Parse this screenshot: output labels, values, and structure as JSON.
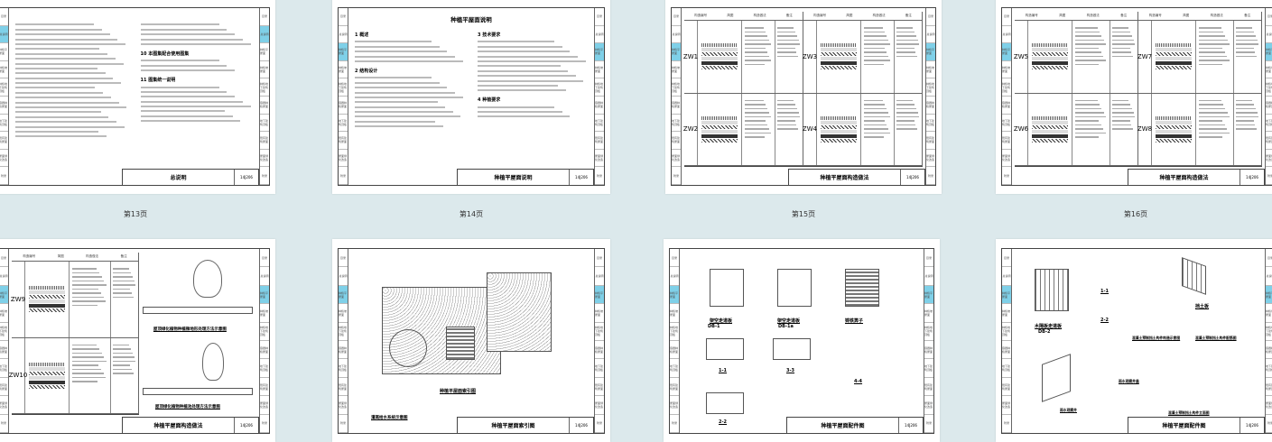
{
  "viewer": {
    "atlas_number": "14J206",
    "side_tabs": [
      "目录",
      "总说明",
      "种植平屋面",
      "种植坡屋面",
      "种植地下建筑顶板",
      "容器种植屋面",
      "地下建筑顶板",
      "既有建筑屋面",
      "屋面绿化改造",
      "附录"
    ],
    "accent_color": "#7fd0e8"
  },
  "pages": [
    {
      "label": "第13页",
      "title": "总说明",
      "type": "text",
      "active_tab": 1,
      "headings": [
        "10 本图集配合使用图集",
        "11 图集统一说明"
      ]
    },
    {
      "label": "第14页",
      "title": "种植平屋面说明",
      "type": "text",
      "active_tab": 2,
      "heading": "种植平屋面说明",
      "headings": [
        "1 概述",
        "2 结构设计",
        "3 技术要求",
        "4 种植要求"
      ]
    },
    {
      "label": "第15页",
      "title": "种植平屋面构造做法",
      "type": "table",
      "active_tab": 2,
      "columns": [
        "构造编号",
        "简图",
        "构造做法",
        "备注"
      ],
      "codes": [
        "ZW1",
        "ZW3",
        "ZW2",
        "ZW4"
      ]
    },
    {
      "label": "第16页",
      "title": "种植平屋面构造做法",
      "type": "table",
      "active_tab": 2,
      "columns": [
        "构造编号",
        "简图",
        "构造做法",
        "备注"
      ],
      "codes": [
        "ZW5",
        "ZW7",
        "ZW6",
        "ZW8"
      ]
    },
    {
      "label": "",
      "title": "种植平屋面构造做法",
      "type": "mixed",
      "active_tab": 2,
      "columns": [
        "构造编号",
        "简图",
        "构造做法",
        "备注"
      ],
      "codes": [
        "ZW9",
        "ZW10"
      ],
      "figures": [
        "屋顶绿化植物种植微地形处理方法示意图",
        "屋顶绿化植物种植池处理方法示意图"
      ]
    },
    {
      "label": "",
      "title": "种植平屋面索引图",
      "type": "plan",
      "active_tab": 2,
      "figures": [
        "种植平屋面索引图",
        "灌溉给水系统示意图"
      ]
    },
    {
      "label": "",
      "title": "种植平屋面配件图",
      "type": "parts1",
      "active_tab": 2,
      "figures": [
        "架空走道板",
        "DB-1",
        "架空走道板",
        "DB-1a",
        "铸铁箅子",
        "1-1",
        "3-3",
        "4-4",
        "2-2"
      ]
    },
    {
      "label": "",
      "title": "种植平屋面配件图",
      "type": "parts2",
      "active_tab": 2,
      "figures": [
        "木隔板走道板",
        "DB-2",
        "1-1",
        "2-2",
        "挡土板",
        "混凝土预制挡土构件构造示意图",
        "混凝土预制挡土构件配筋图",
        "雨水观察井",
        "雨水观察井盖",
        "混凝土预制挡土构件立面图"
      ]
    }
  ]
}
